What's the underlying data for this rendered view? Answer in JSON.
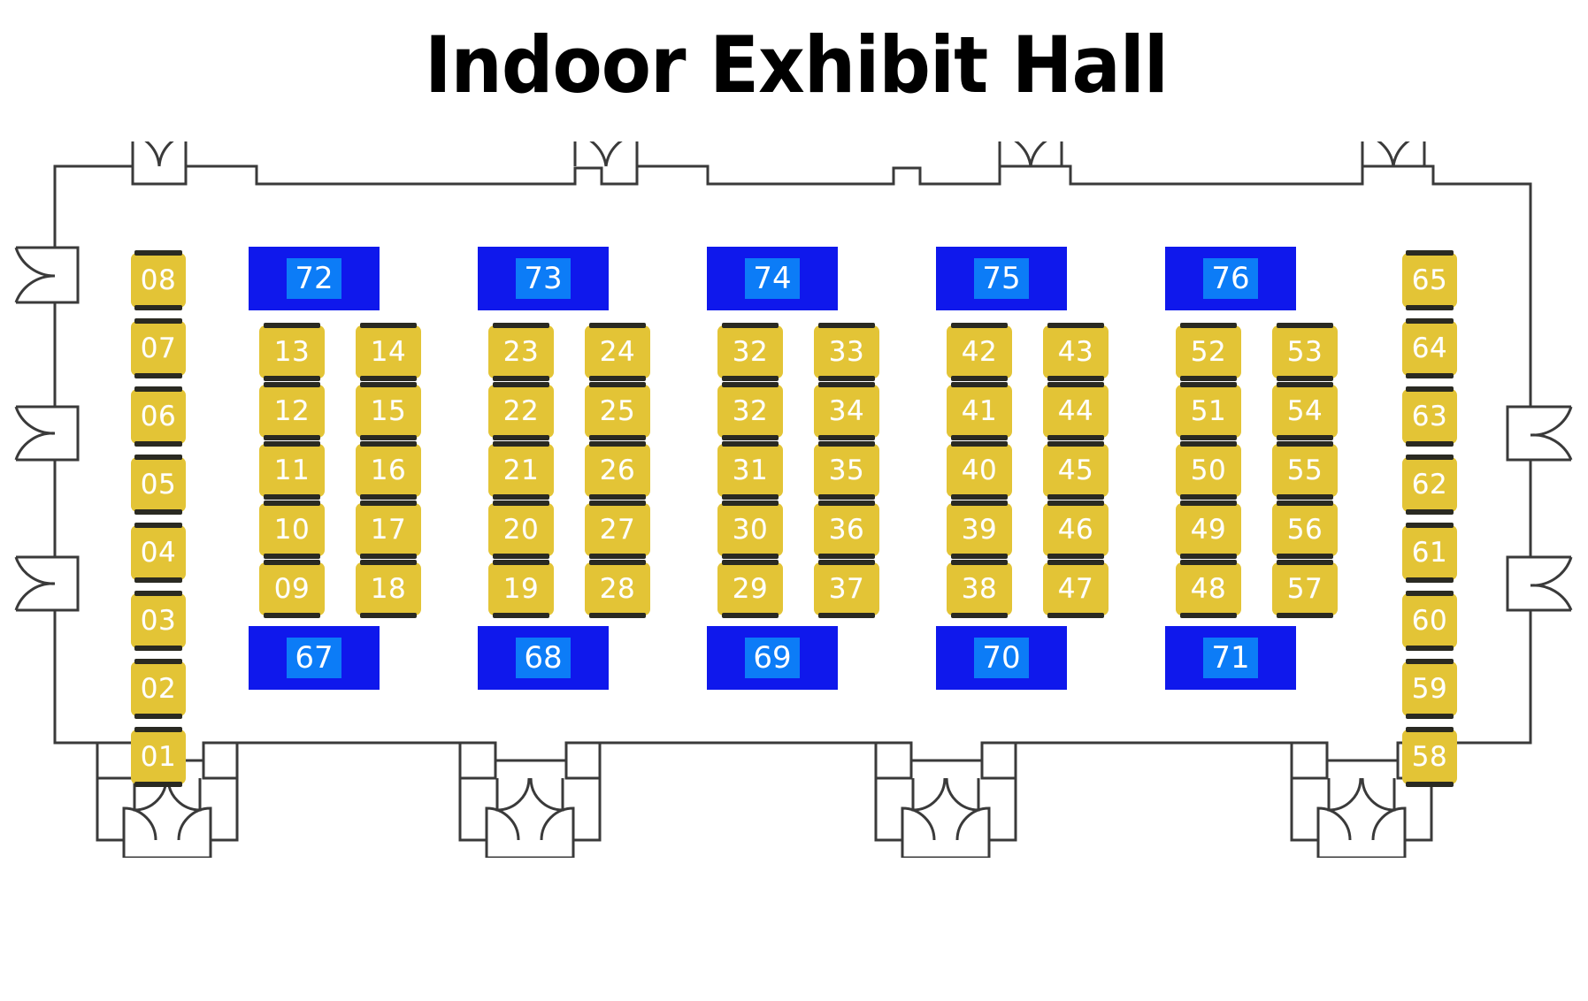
{
  "page": {
    "title": "Indoor Exhibit Hall"
  },
  "colors": {
    "booth_fill": "#e3c436",
    "booth_edge_bar": "#2a2a22",
    "booth_text": "#ffffff",
    "sponsor_fill": "#0f18ec",
    "sponsor_chip": "#0c7cf7",
    "sponsor_text": "#ffffff",
    "wall_stroke": "#3a3a3a",
    "background": "#ffffff",
    "title_text": "#000000"
  },
  "floorplan": {
    "name": "indoor-exhibit-hall-floorplan",
    "left_column": {
      "label": "left-wall-booth-column",
      "booths": [
        "08",
        "07",
        "06",
        "05",
        "04",
        "03",
        "02",
        "01"
      ]
    },
    "right_column": {
      "label": "right-wall-booth-column",
      "booths": [
        "65",
        "64",
        "63",
        "62",
        "61",
        "60",
        "59",
        "58"
      ]
    },
    "island_groups": [
      {
        "name": "booth-group-1",
        "top_sponsor": "72",
        "bottom_sponsor": "67",
        "left_booths": [
          "13",
          "12",
          "11",
          "10",
          "09"
        ],
        "right_booths": [
          "14",
          "15",
          "16",
          "17",
          "18"
        ]
      },
      {
        "name": "booth-group-2",
        "top_sponsor": "73",
        "bottom_sponsor": "68",
        "left_booths": [
          "23",
          "22",
          "21",
          "20",
          "19"
        ],
        "right_booths": [
          "24",
          "25",
          "26",
          "27",
          "28"
        ]
      },
      {
        "name": "booth-group-3",
        "top_sponsor": "74",
        "bottom_sponsor": "69",
        "left_booths": [
          "32",
          "32",
          "31",
          "30",
          "29"
        ],
        "right_booths": [
          "33",
          "34",
          "35",
          "36",
          "37"
        ]
      },
      {
        "name": "booth-group-4",
        "top_sponsor": "75",
        "bottom_sponsor": "70",
        "left_booths": [
          "42",
          "41",
          "40",
          "39",
          "38"
        ],
        "right_booths": [
          "43",
          "44",
          "45",
          "46",
          "47"
        ]
      },
      {
        "name": "booth-group-5",
        "top_sponsor": "76",
        "bottom_sponsor": "71",
        "left_booths": [
          "52",
          "51",
          "50",
          "49",
          "48"
        ],
        "right_booths": [
          "53",
          "54",
          "55",
          "56",
          "57"
        ]
      }
    ]
  }
}
